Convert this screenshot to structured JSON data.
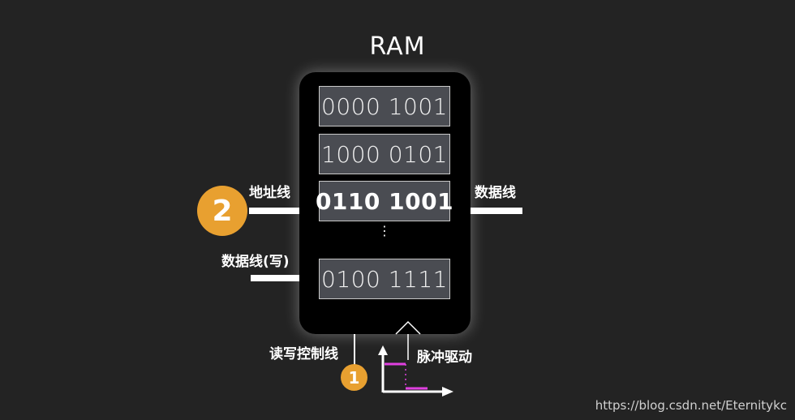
{
  "diagram": {
    "title": "RAM",
    "memory_cells": [
      {
        "value": "0000 1001",
        "active": false
      },
      {
        "value": "1000 0101",
        "active": false
      },
      {
        "value": "0110 1001",
        "active": true
      },
      {
        "value": "0100 1111",
        "active": false
      }
    ],
    "ellipsis": "⋮",
    "labels": {
      "address_line": "地址线",
      "data_line_write": "数据线(写)",
      "data_line_out": "数据线",
      "rw_control_line": "读写控制线",
      "pulse_drive": "脉冲驱动"
    },
    "step_badges": {
      "address_step": "2",
      "control_step": "1"
    },
    "colors": {
      "background": "#232323",
      "badge": "#e8a030",
      "pulse": "#e040e0"
    }
  },
  "watermark": "https://blog.csdn.net/Eternitykc"
}
